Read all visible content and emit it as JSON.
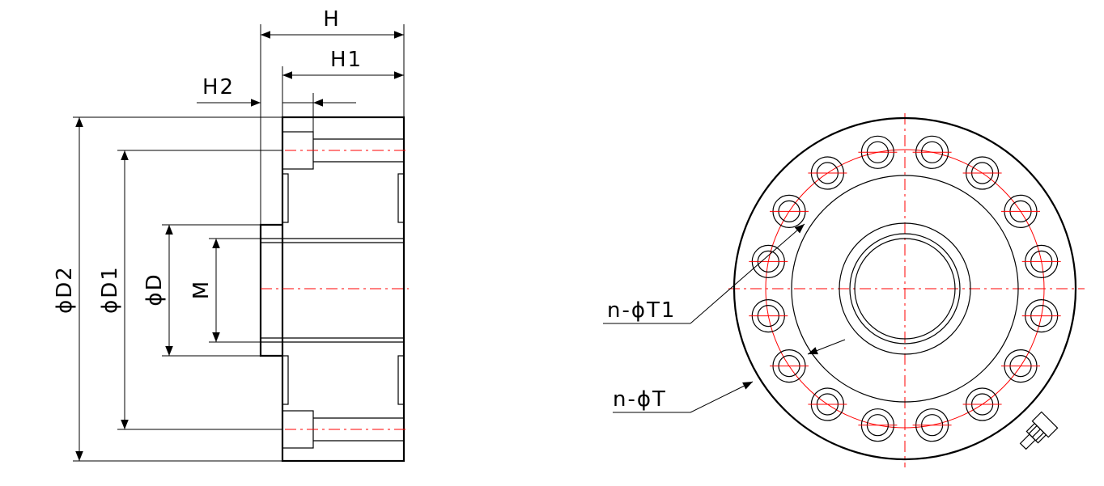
{
  "colors": {
    "outline": "#000000",
    "centerline": "#ff0000",
    "background": "#ffffff"
  },
  "side_view": {
    "labels": {
      "H": "H",
      "H1": "H1",
      "H2": "H2",
      "D2": "ϕD2",
      "D1": "ϕD1",
      "D": "ϕD",
      "M": "M"
    }
  },
  "front_view": {
    "hole_count": 16,
    "labels": {
      "T1": "n-ϕT1",
      "T": "n-ϕT"
    }
  }
}
